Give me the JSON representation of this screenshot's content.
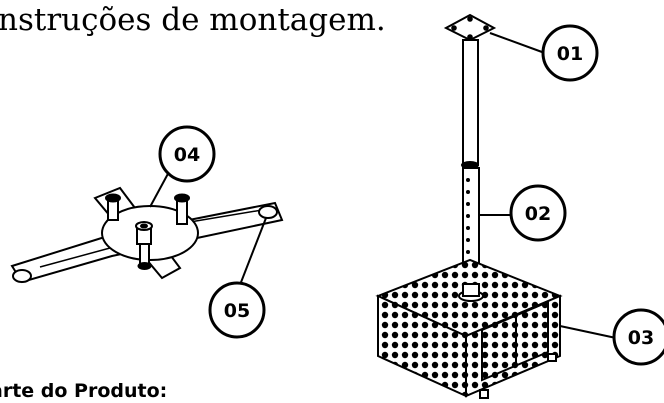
{
  "heading": "nstruções de montagem.",
  "section_label": "arte do Produto:",
  "callouts": [
    {
      "id": "01",
      "part": "ceiling-plate-and-pole"
    },
    {
      "id": "02",
      "part": "extension-tube"
    },
    {
      "id": "03",
      "part": "protective-cage"
    },
    {
      "id": "04",
      "part": "cross-bracket-disc"
    },
    {
      "id": "05",
      "part": "bracket-arm"
    }
  ],
  "colors": {
    "line": "#000000",
    "background": "#ffffff"
  }
}
